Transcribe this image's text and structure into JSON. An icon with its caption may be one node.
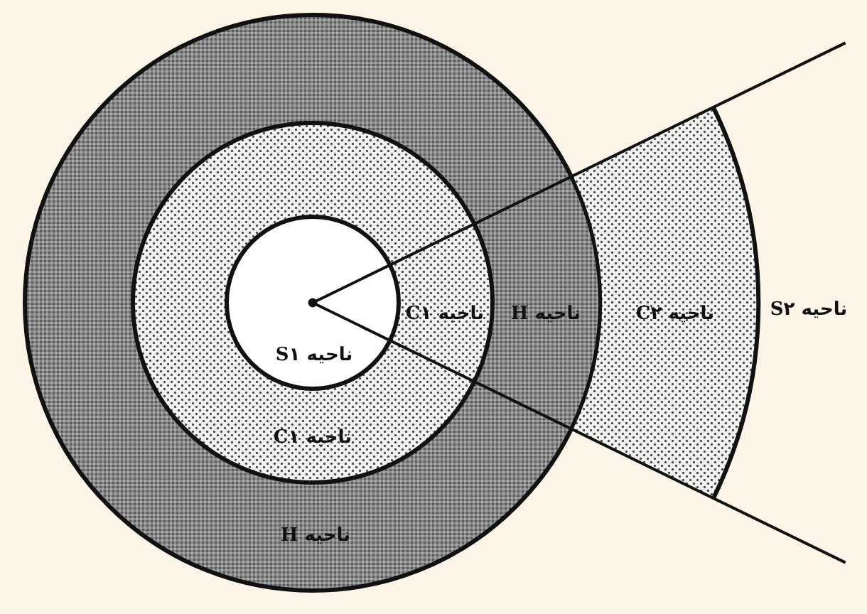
{
  "diagram": {
    "nodes": [
      {
        "text": [
          "ناحیه H",
          "ناحیه H"
        ]
      },
      {
        "text": [
          "ناحیه C۱",
          "ناحیه C۱"
        ],
        "in": 0
      },
      {
        "text": [
          "ناحیه S۱"
        ],
        "in": 1
      },
      {
        "text": [
          "ناحیه C۲"
        ]
      }
    ],
    "labels": [
      "ناحیه S۲"
    ]
  }
}
